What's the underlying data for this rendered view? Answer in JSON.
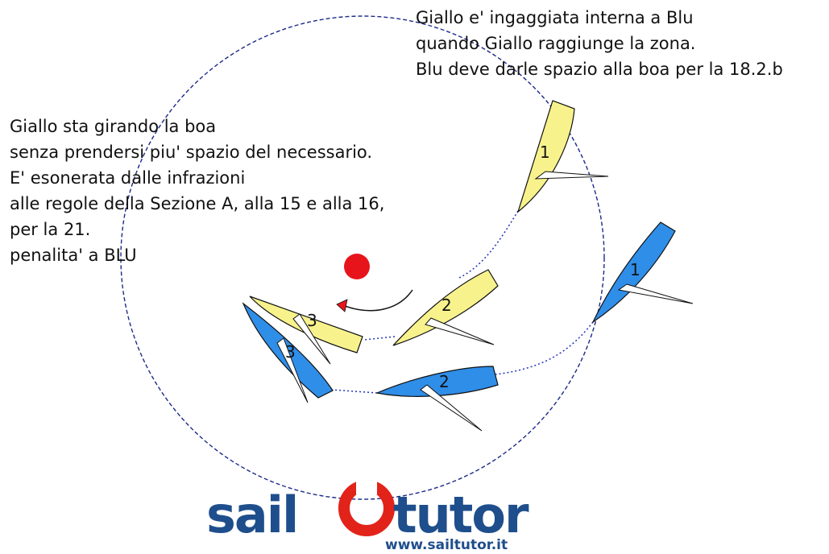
{
  "caption_right": {
    "lines": [
      "Giallo e' ingaggiata interna a Blu",
      "quando Giallo raggiunge la zona.",
      "Blu deve darle spazio alla boa per la 18.2.b"
    ]
  },
  "caption_left": {
    "lines": [
      "Giallo sta girando la boa",
      "senza prendersi piu' spazio del necessario.",
      "E' esonerata dalle infrazioni",
      "alle regole della Sezione A, alla 15 e alla 16,",
      "per la 21.",
      "penalita' a BLU"
    ]
  },
  "boats": {
    "yellow_1": "1",
    "yellow_2": "2",
    "yellow_3": "3",
    "blue_1": "1",
    "blue_2": "2",
    "blue_3": "3"
  },
  "colors": {
    "yellow_boat": "#f7f28c",
    "blue_boat": "#2f8ee8",
    "mark": "#e8141b",
    "zone_circle": "#1c2a88",
    "track": "#2233bb",
    "logo_blue": "#1f4e8c",
    "logo_red": "#e2231a"
  },
  "logo": {
    "word_left": "sail",
    "word_right": "tutor",
    "url": "www.sailtutor.it"
  }
}
